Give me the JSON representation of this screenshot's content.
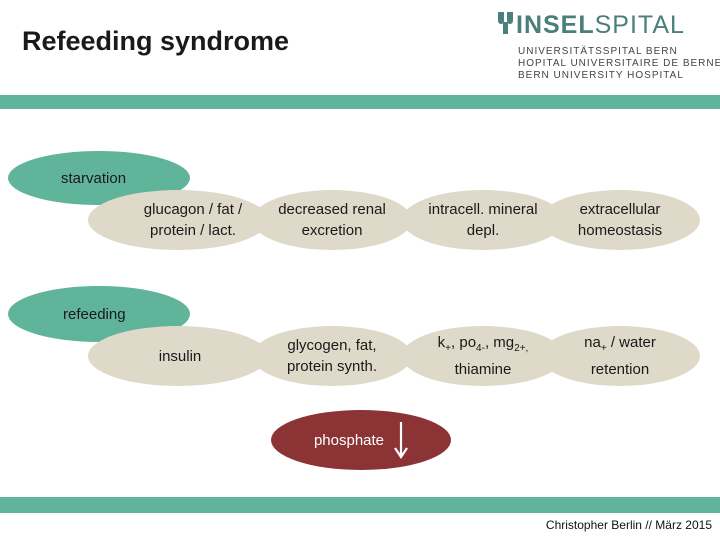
{
  "slide": {
    "title": "Refeeding syndrome"
  },
  "logo": {
    "name_bold": "INSEL",
    "name_light": "SPITAL",
    "line1": "UNIVERSITÄTSSPITAL BERN",
    "line2": "HOPITAL UNIVERSITAIRE DE BERNE",
    "line3": "BERN UNIVERSITY HOSPITAL"
  },
  "starvation": {
    "label": "starvation",
    "step1": "glucagon / fat / protein / lact.",
    "step2": "decreased renal excretion",
    "step3": "intracell. mineral depl.",
    "step4": "extracellular homeostasis"
  },
  "refeeding": {
    "label": "refeeding",
    "step1": "insulin",
    "step2": "glycogen, fat, protein synth.",
    "step3": {
      "k": "k",
      "k_sub": "+",
      "po": ", po",
      "po_sub": "4-",
      "mg": ", mg",
      "mg_sub": "2+,",
      "line2": "thiamine"
    },
    "step4": {
      "na": "na",
      "na_sub": "+",
      "rest": " / water retention"
    }
  },
  "phosphate": {
    "label": "phosphate",
    "arrow_icon": "down-arrow-icon"
  },
  "footer": {
    "text": "Christopher Berlin // März 2015"
  },
  "colors": {
    "band": "#5fb49a",
    "tan": "#ded9c9",
    "phosphate": "#8b3335",
    "logo": "#4a7f7c"
  }
}
